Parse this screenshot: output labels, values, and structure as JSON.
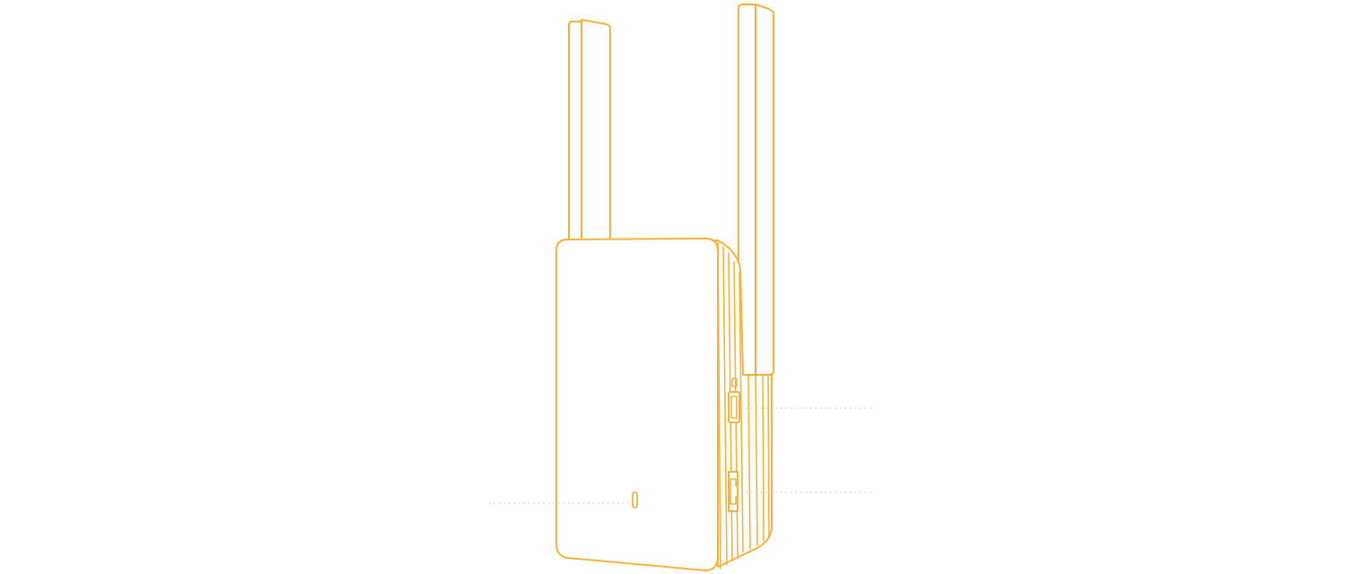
{
  "diagram": {
    "subject": "wifi-range-extender-device",
    "stroke_color": "#f6b33c",
    "leader_color": "#bdbdbd",
    "background": "#ffffff",
    "callouts": [
      {
        "id": "status-led",
        "label": ""
      },
      {
        "id": "reset-button",
        "label": ""
      },
      {
        "id": "ethernet-port",
        "label": ""
      }
    ]
  }
}
